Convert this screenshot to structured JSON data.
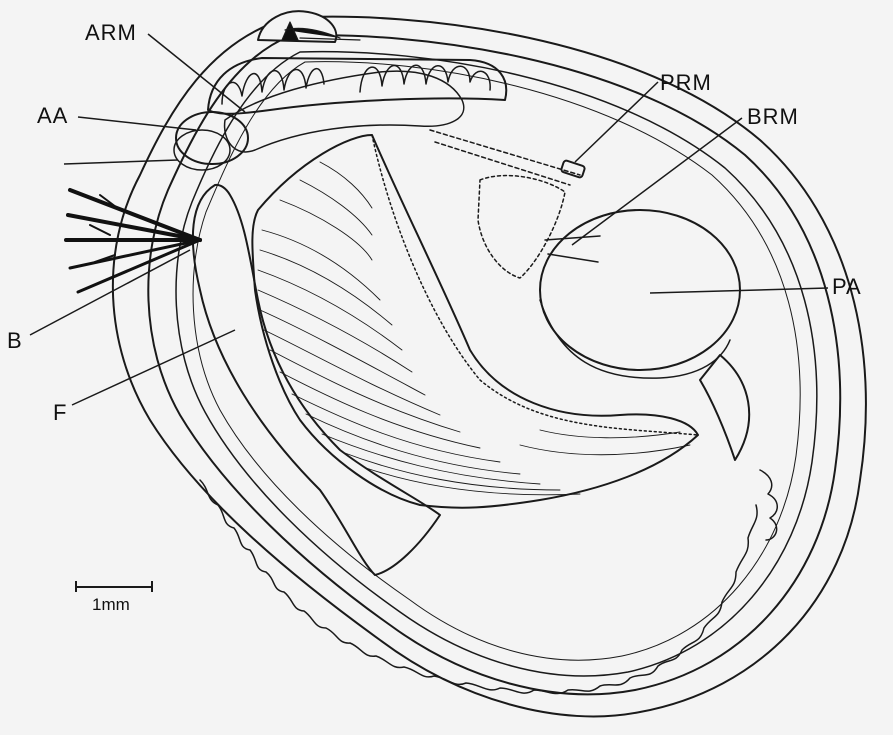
{
  "labels": {
    "arm": "ARM",
    "aa": "AA",
    "prm": "PRM",
    "brm": "BRM",
    "pa": "PA",
    "b": "B",
    "f": "F"
  },
  "scale_bar": {
    "text": "1mm"
  }
}
